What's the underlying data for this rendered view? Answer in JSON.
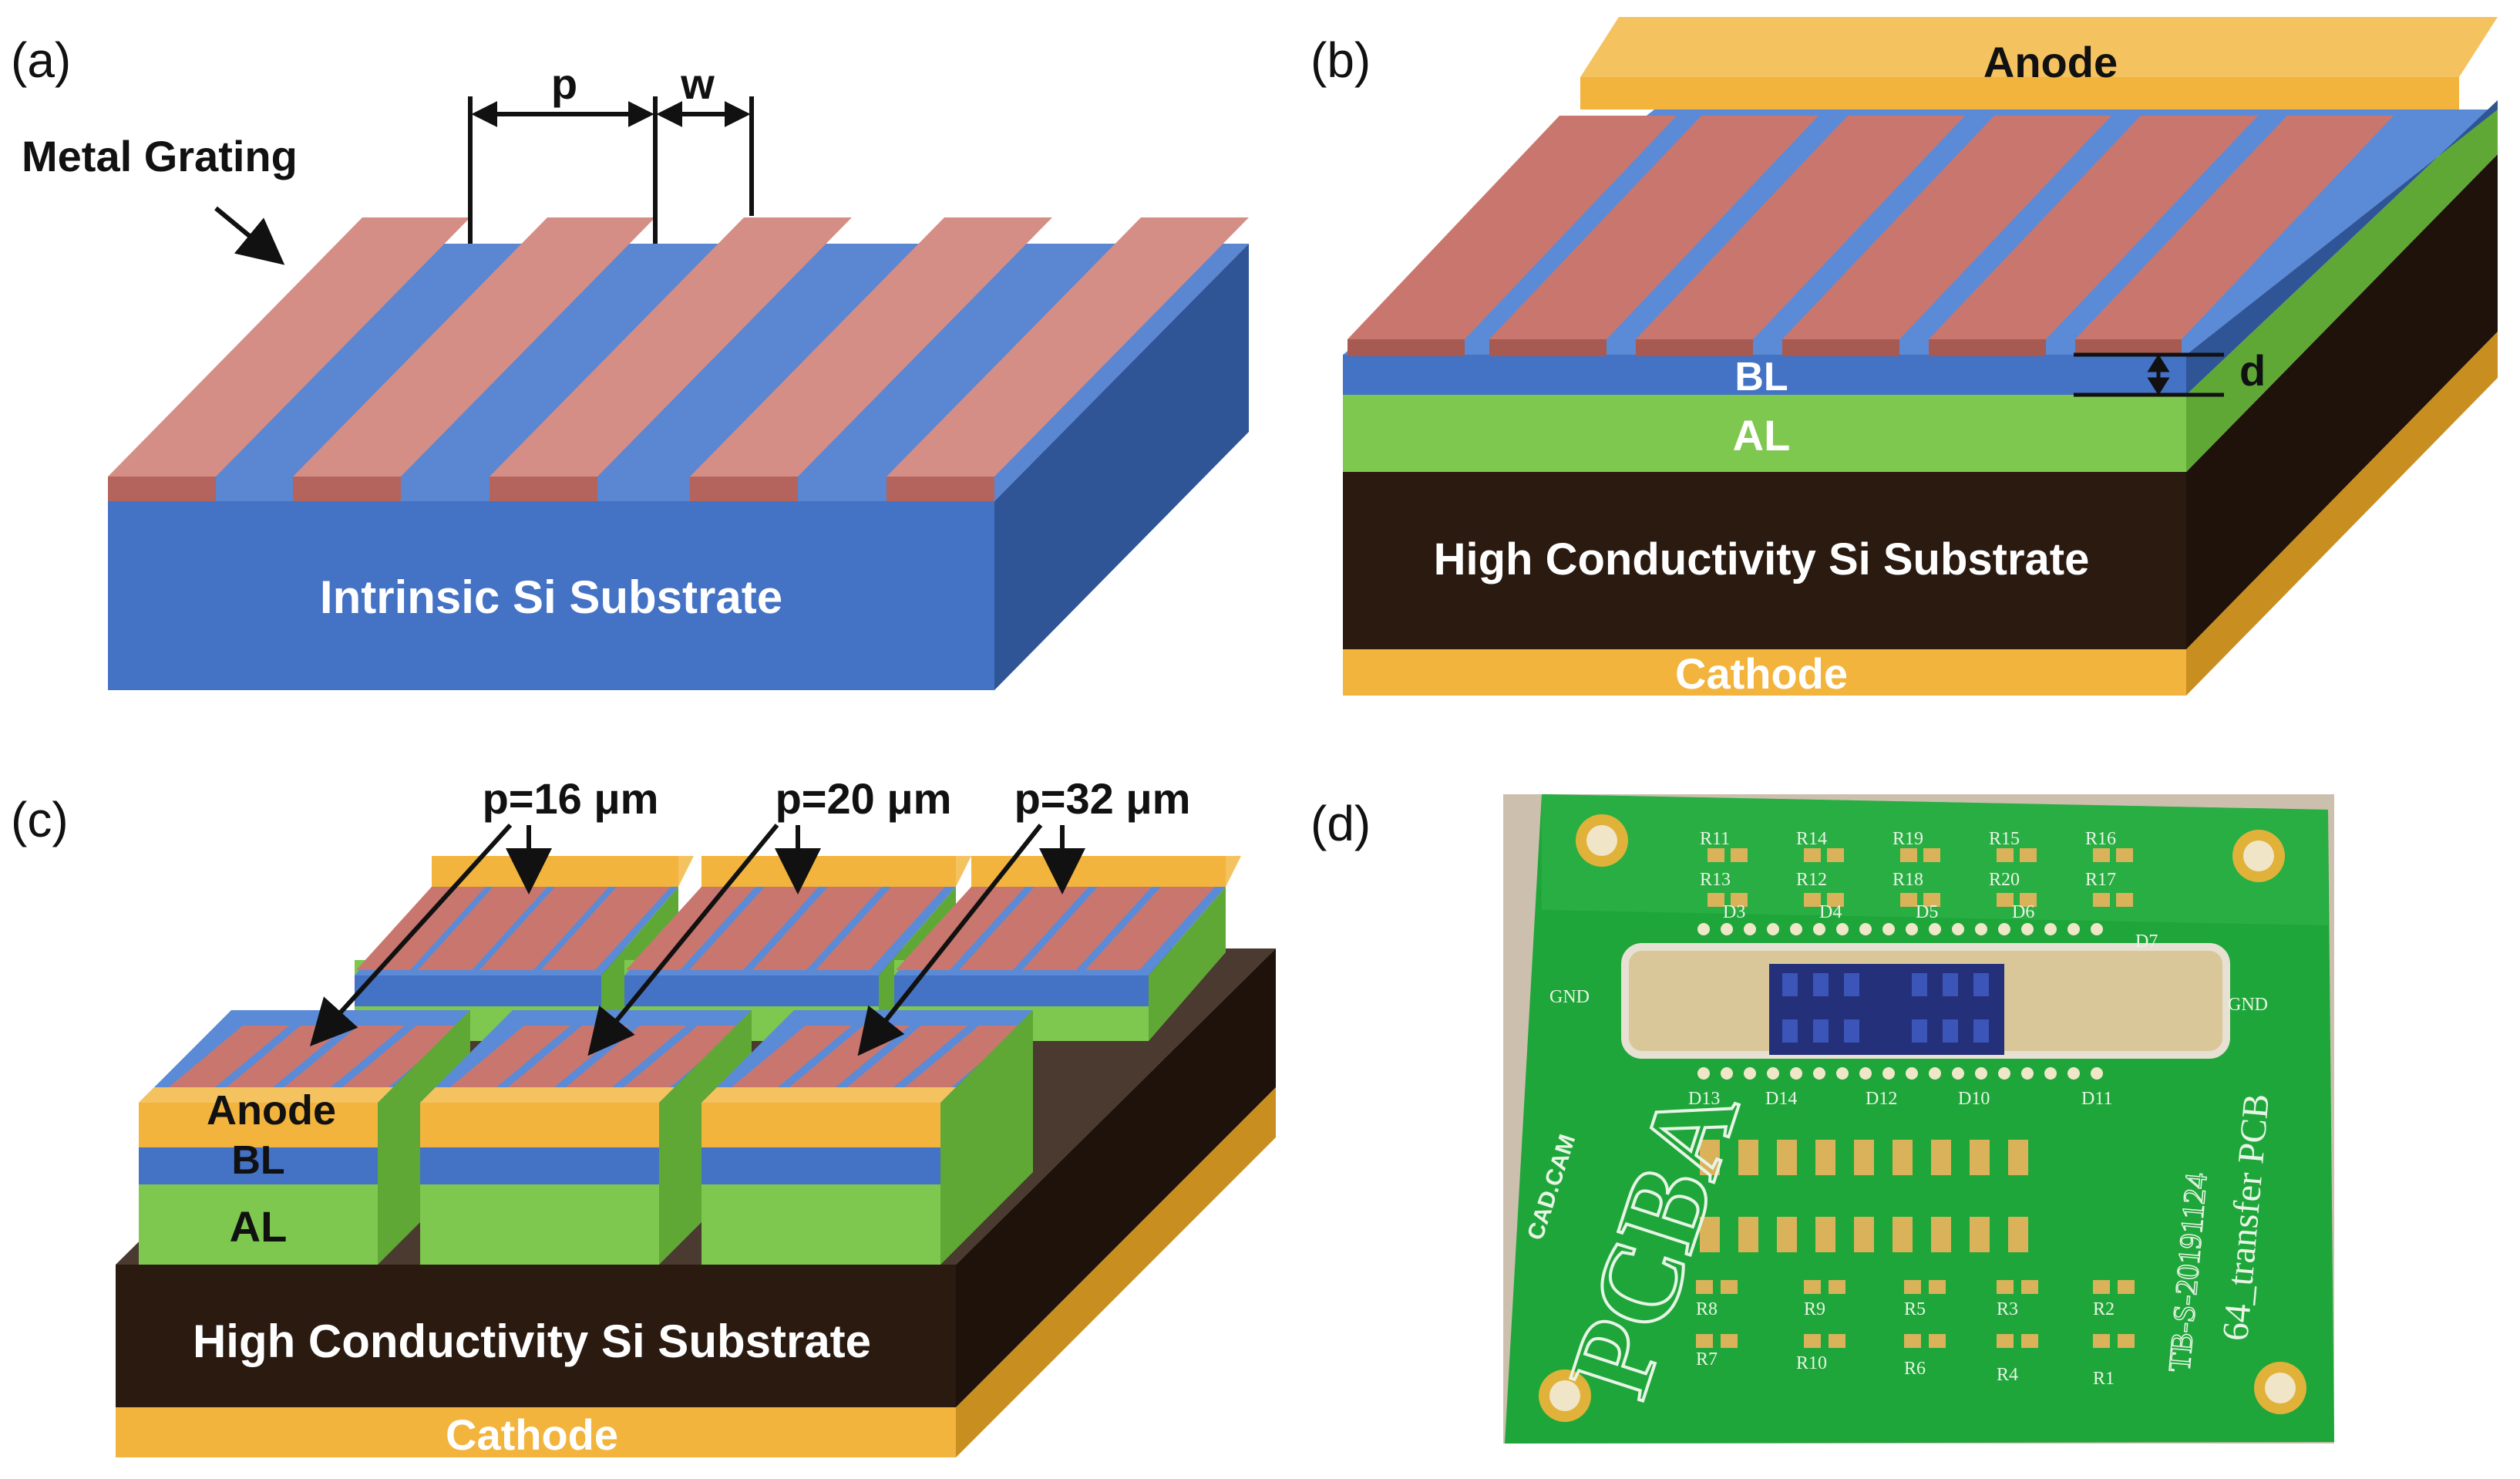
{
  "panels": {
    "a": {
      "letter": "(a)",
      "metal_grating": "Metal Grating",
      "pitch": "p",
      "width": "w",
      "substrate": "Intrinsic Si Substrate"
    },
    "b": {
      "letter": "(b)",
      "anode": "Anode",
      "bl": "BL",
      "al": "AL",
      "thickness": "d",
      "substrate": "High Conductivity Si Substrate",
      "cathode": "Cathode"
    },
    "c": {
      "letter": "(c)",
      "pitch_labels": [
        "p=16 μm",
        "p=20 μm",
        "p=32 μm"
      ],
      "anode": "Anode",
      "bl": "BL",
      "al": "AL",
      "substrate": "High Conductivity Si Substrate",
      "cathode": "Cathode"
    },
    "d": {
      "letter": "(d)",
      "pcb": {
        "top_resistors": [
          "R11",
          "R14",
          "R19",
          "R15",
          "R16"
        ],
        "top_resistors_2": [
          "R13",
          "R12",
          "R18",
          "R20",
          "R17"
        ],
        "top_diodes": [
          "D3",
          "D4",
          "D5",
          "D6",
          "D7"
        ],
        "bottom_diodes": [
          "D13",
          "D14",
          "D12",
          "D10",
          "D11"
        ],
        "bottom_resistors": [
          "R8",
          "R9",
          "R5",
          "R3",
          "R2"
        ],
        "bottom_resistors_2": [
          "R7",
          "R10",
          "R6",
          "R4",
          "R1"
        ],
        "gnd_left": "GND",
        "gnd_right": "GND",
        "logo": "PCBA",
        "logo_small": "CAD.CAM",
        "board_name": "64_transfer PCB",
        "board_id": "TB-S-20191124"
      }
    }
  },
  "colors": {
    "metal": "#c9776e",
    "metal_top": "#d58e86",
    "bl_blue": "#4472c4",
    "bl_blue_light": "#5b8ad6",
    "al_green": "#7ec850",
    "substrate_dark": "#2a1a10",
    "gold": "#f2b43c",
    "pcb_green": "#1fa63a"
  }
}
